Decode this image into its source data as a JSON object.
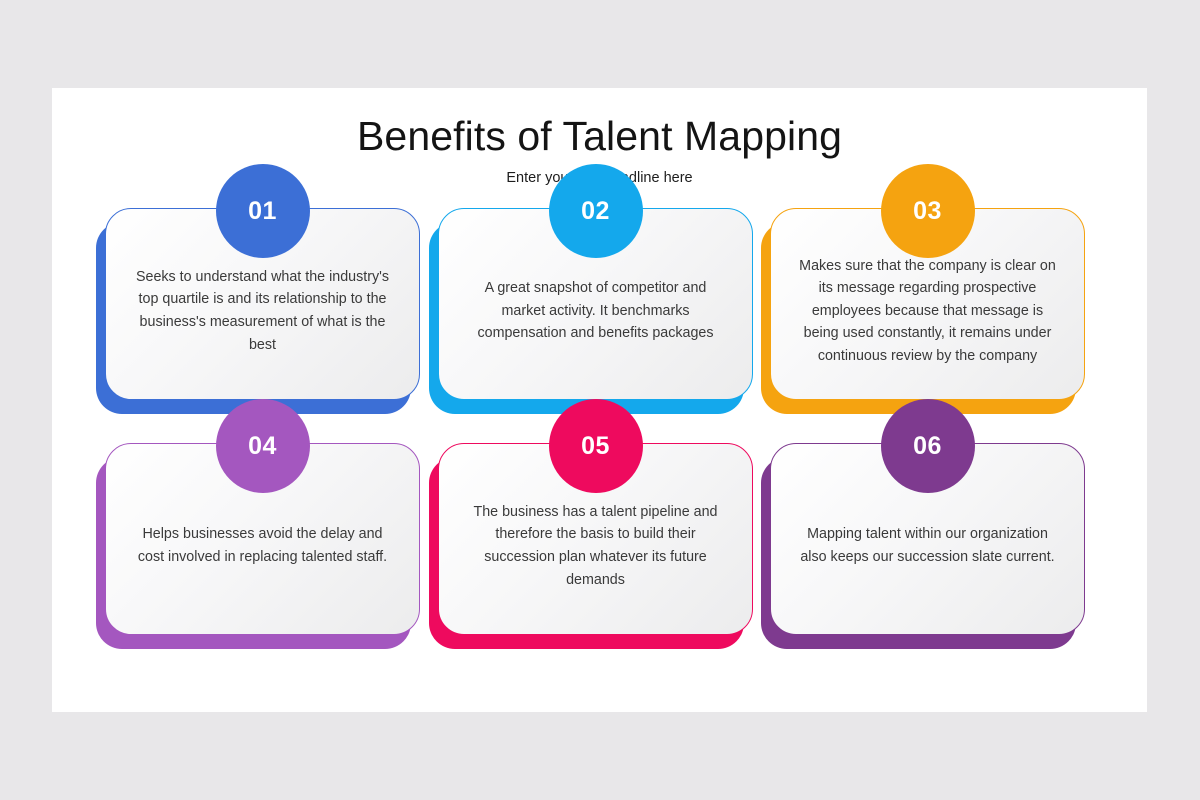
{
  "header": {
    "title": "Benefits of Talent Mapping",
    "subtitle": "Enter your sub headline here"
  },
  "colors": {
    "background": "#e8e7e9",
    "slide": "#ffffff",
    "title_text": "#141414",
    "body_text": "#3a3a3a"
  },
  "cards": [
    {
      "number": "01",
      "text": "Seeks to understand what the industry's top quartile is and its relationship to the business's measurement of what is the best",
      "accent": "#3c6fd6"
    },
    {
      "number": "02",
      "text": "A great snapshot of competitor and market activity. It benchmarks compensation and benefits packages",
      "accent": "#14a8ec"
    },
    {
      "number": "03",
      "text": "Makes sure that the company is clear on its message regarding prospective employees because that message is being used constantly, it remains under continuous review by the company",
      "accent": "#f5a310"
    },
    {
      "number": "04",
      "text": "Helps businesses avoid the delay and cost involved in replacing talented staff.",
      "accent": "#a457bf"
    },
    {
      "number": "05",
      "text": "The business has a talent pipeline and therefore the basis to build their succession plan whatever its future demands",
      "accent": "#ee0a5e"
    },
    {
      "number": "06",
      "text": "Mapping talent within our organization also keeps our succession slate current.",
      "accent": "#7e3a8f"
    }
  ]
}
